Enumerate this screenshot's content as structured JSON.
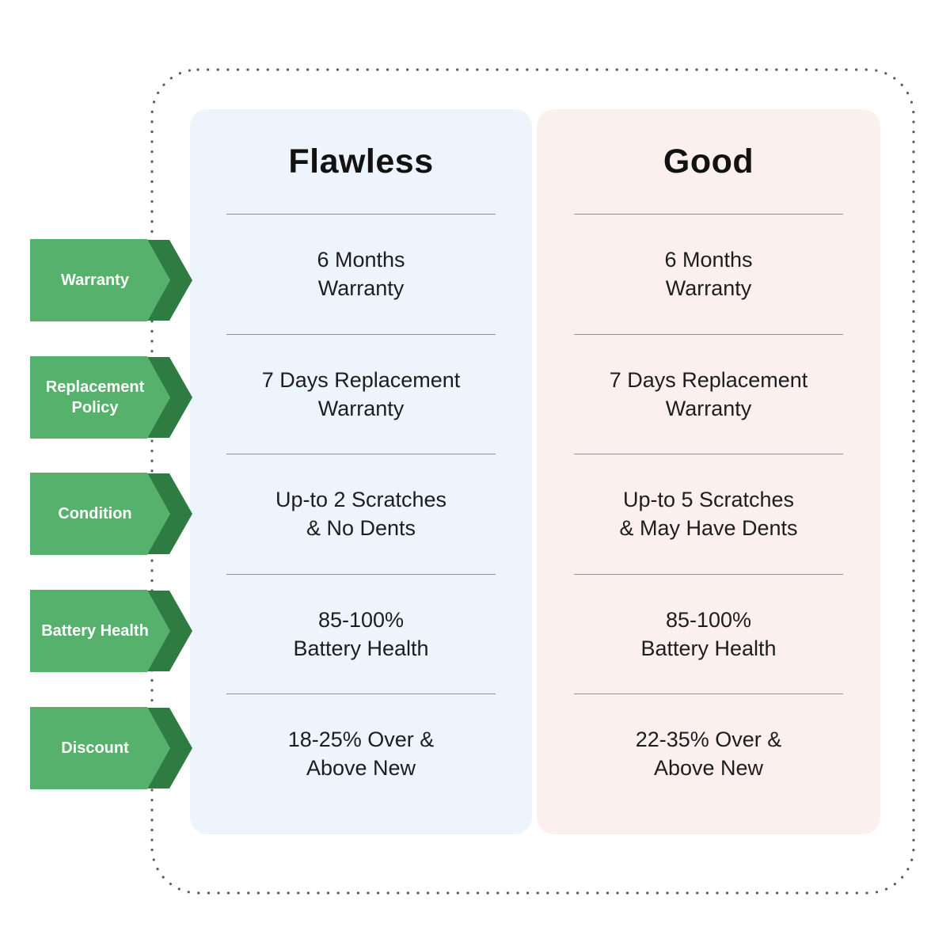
{
  "comparison": {
    "row_labels": [
      "Warranty",
      "Replacement Policy",
      "Condition",
      "Battery Health",
      "Discount"
    ],
    "columns": [
      {
        "title": "Flawless",
        "rows": [
          {
            "line1": "6 Months",
            "line2": "Warranty"
          },
          {
            "line1": "7 Days Replacement",
            "line2": "Warranty"
          },
          {
            "line1": "Up-to 2 Scratches",
            "line2": "& No Dents"
          },
          {
            "line1": "85-100%",
            "line2": "Battery Health"
          },
          {
            "line1": "18-25% Over &",
            "line2": "Above New"
          }
        ]
      },
      {
        "title": "Good",
        "rows": [
          {
            "line1": "6 Months",
            "line2": "Warranty"
          },
          {
            "line1": "7 Days Replacement",
            "line2": "Warranty"
          },
          {
            "line1": "Up-to 5 Scratches",
            "line2": "& May Have Dents"
          },
          {
            "line1": "85-100%",
            "line2": "Battery Health"
          },
          {
            "line1": "22-35% Over &",
            "line2": "Above New"
          }
        ]
      }
    ],
    "colors": {
      "arrow_green": "#55B16B",
      "arrow_dark_green": "#2F7C42",
      "flawless_bg": "#EDF4FB",
      "good_bg": "#FCF0EE",
      "divider": "#8F949B",
      "frame_dots": "#5D5D5D",
      "text": "#1D1D1F"
    }
  }
}
